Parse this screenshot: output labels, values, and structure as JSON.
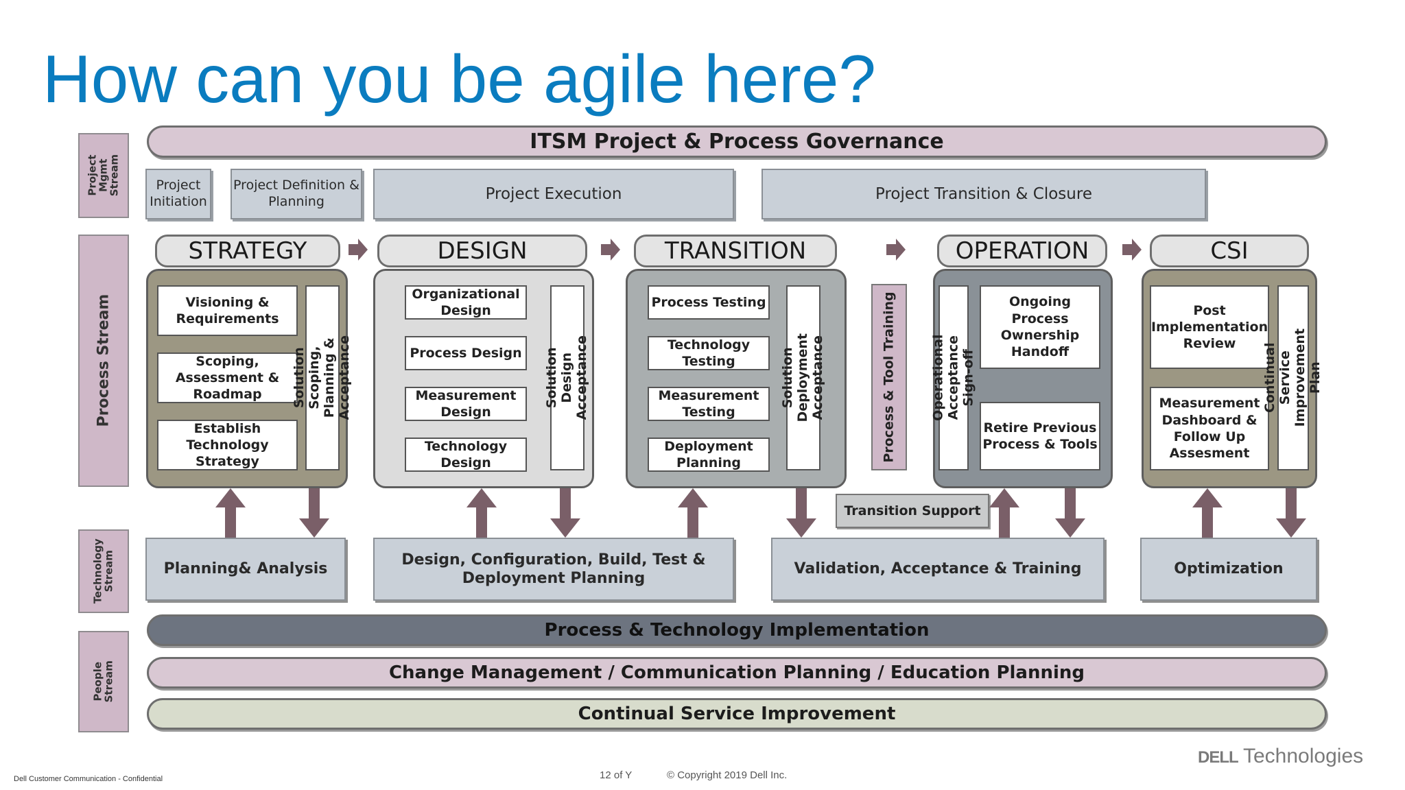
{
  "title": "How can you be agile here?",
  "stream_labels": {
    "project": "Project Mgmt Stream",
    "process": "Process Stream",
    "technology": "Technology Stream",
    "people": "People Stream"
  },
  "governance": "ITSM Project & Process Governance",
  "project_boxes": [
    "Project Initiation",
    "Project Definition & Planning",
    "Project Execution",
    "Project Transition & Closure"
  ],
  "phases": {
    "strategy": {
      "name": "STRATEGY",
      "items": [
        "Visioning & Requirements",
        "Scoping, Assessment & Roadmap",
        "Establish Technology Strategy"
      ],
      "vertical": "Solution Scoping, Planning & Acceptance"
    },
    "design": {
      "name": "DESIGN",
      "items": [
        "Organizational Design",
        "Process Design",
        "Measurement Design",
        "Technology Design"
      ],
      "vertical": "Solution Design Acceptance"
    },
    "transition": {
      "name": "TRANSITION",
      "items": [
        "Process Testing",
        "Technology Testing",
        "Measurement Testing",
        "Deployment Planning"
      ],
      "vertical": "Solution Deployment Acceptance"
    },
    "operation": {
      "name": "OPERATION",
      "vertical": "Operational Acceptance Sign-off",
      "items": [
        "Ongoing Process Ownership Handoff",
        "Retire Previous Process & Tools"
      ]
    },
    "csi": {
      "name": "CSI",
      "items": [
        "Post Implementation Review",
        "Measurement Dashboard & Follow Up Assesment"
      ],
      "vertical": "Continual Service Improvement Plan"
    }
  },
  "process_tool_training": "Process & Tool Training",
  "transition_support": "Transition Support",
  "tech_boxes": [
    "Planning& Analysis",
    "Design, Configuration, Build, Test & Deployment Planning",
    "Validation, Acceptance & Training",
    "Optimization"
  ],
  "bars": {
    "implementation": "Process & Technology Implementation",
    "change": "Change Management / Communication Planning / Education Planning",
    "csi": "Continual Service Improvement"
  },
  "footer": {
    "confidential": "Dell Customer Communication - Confidential",
    "page": "12 of Y",
    "copyright": "© Copyright 2019 Dell Inc.",
    "logo": "DELL Technologies"
  },
  "colors": {
    "title": "#0a7cbf",
    "governance_bar": "#d9c8d3",
    "implementation_bar": "#6d7480",
    "change_bar": "#d9c8d3",
    "csi_bar": "#d8dccc",
    "strategy_body": "#9c9783",
    "design_body": "#dcdcdc",
    "transition_body": "#a9aeaf",
    "operation_body": "#8a9197",
    "csi_body": "#9c9783",
    "arrow": "#7a5f68"
  }
}
